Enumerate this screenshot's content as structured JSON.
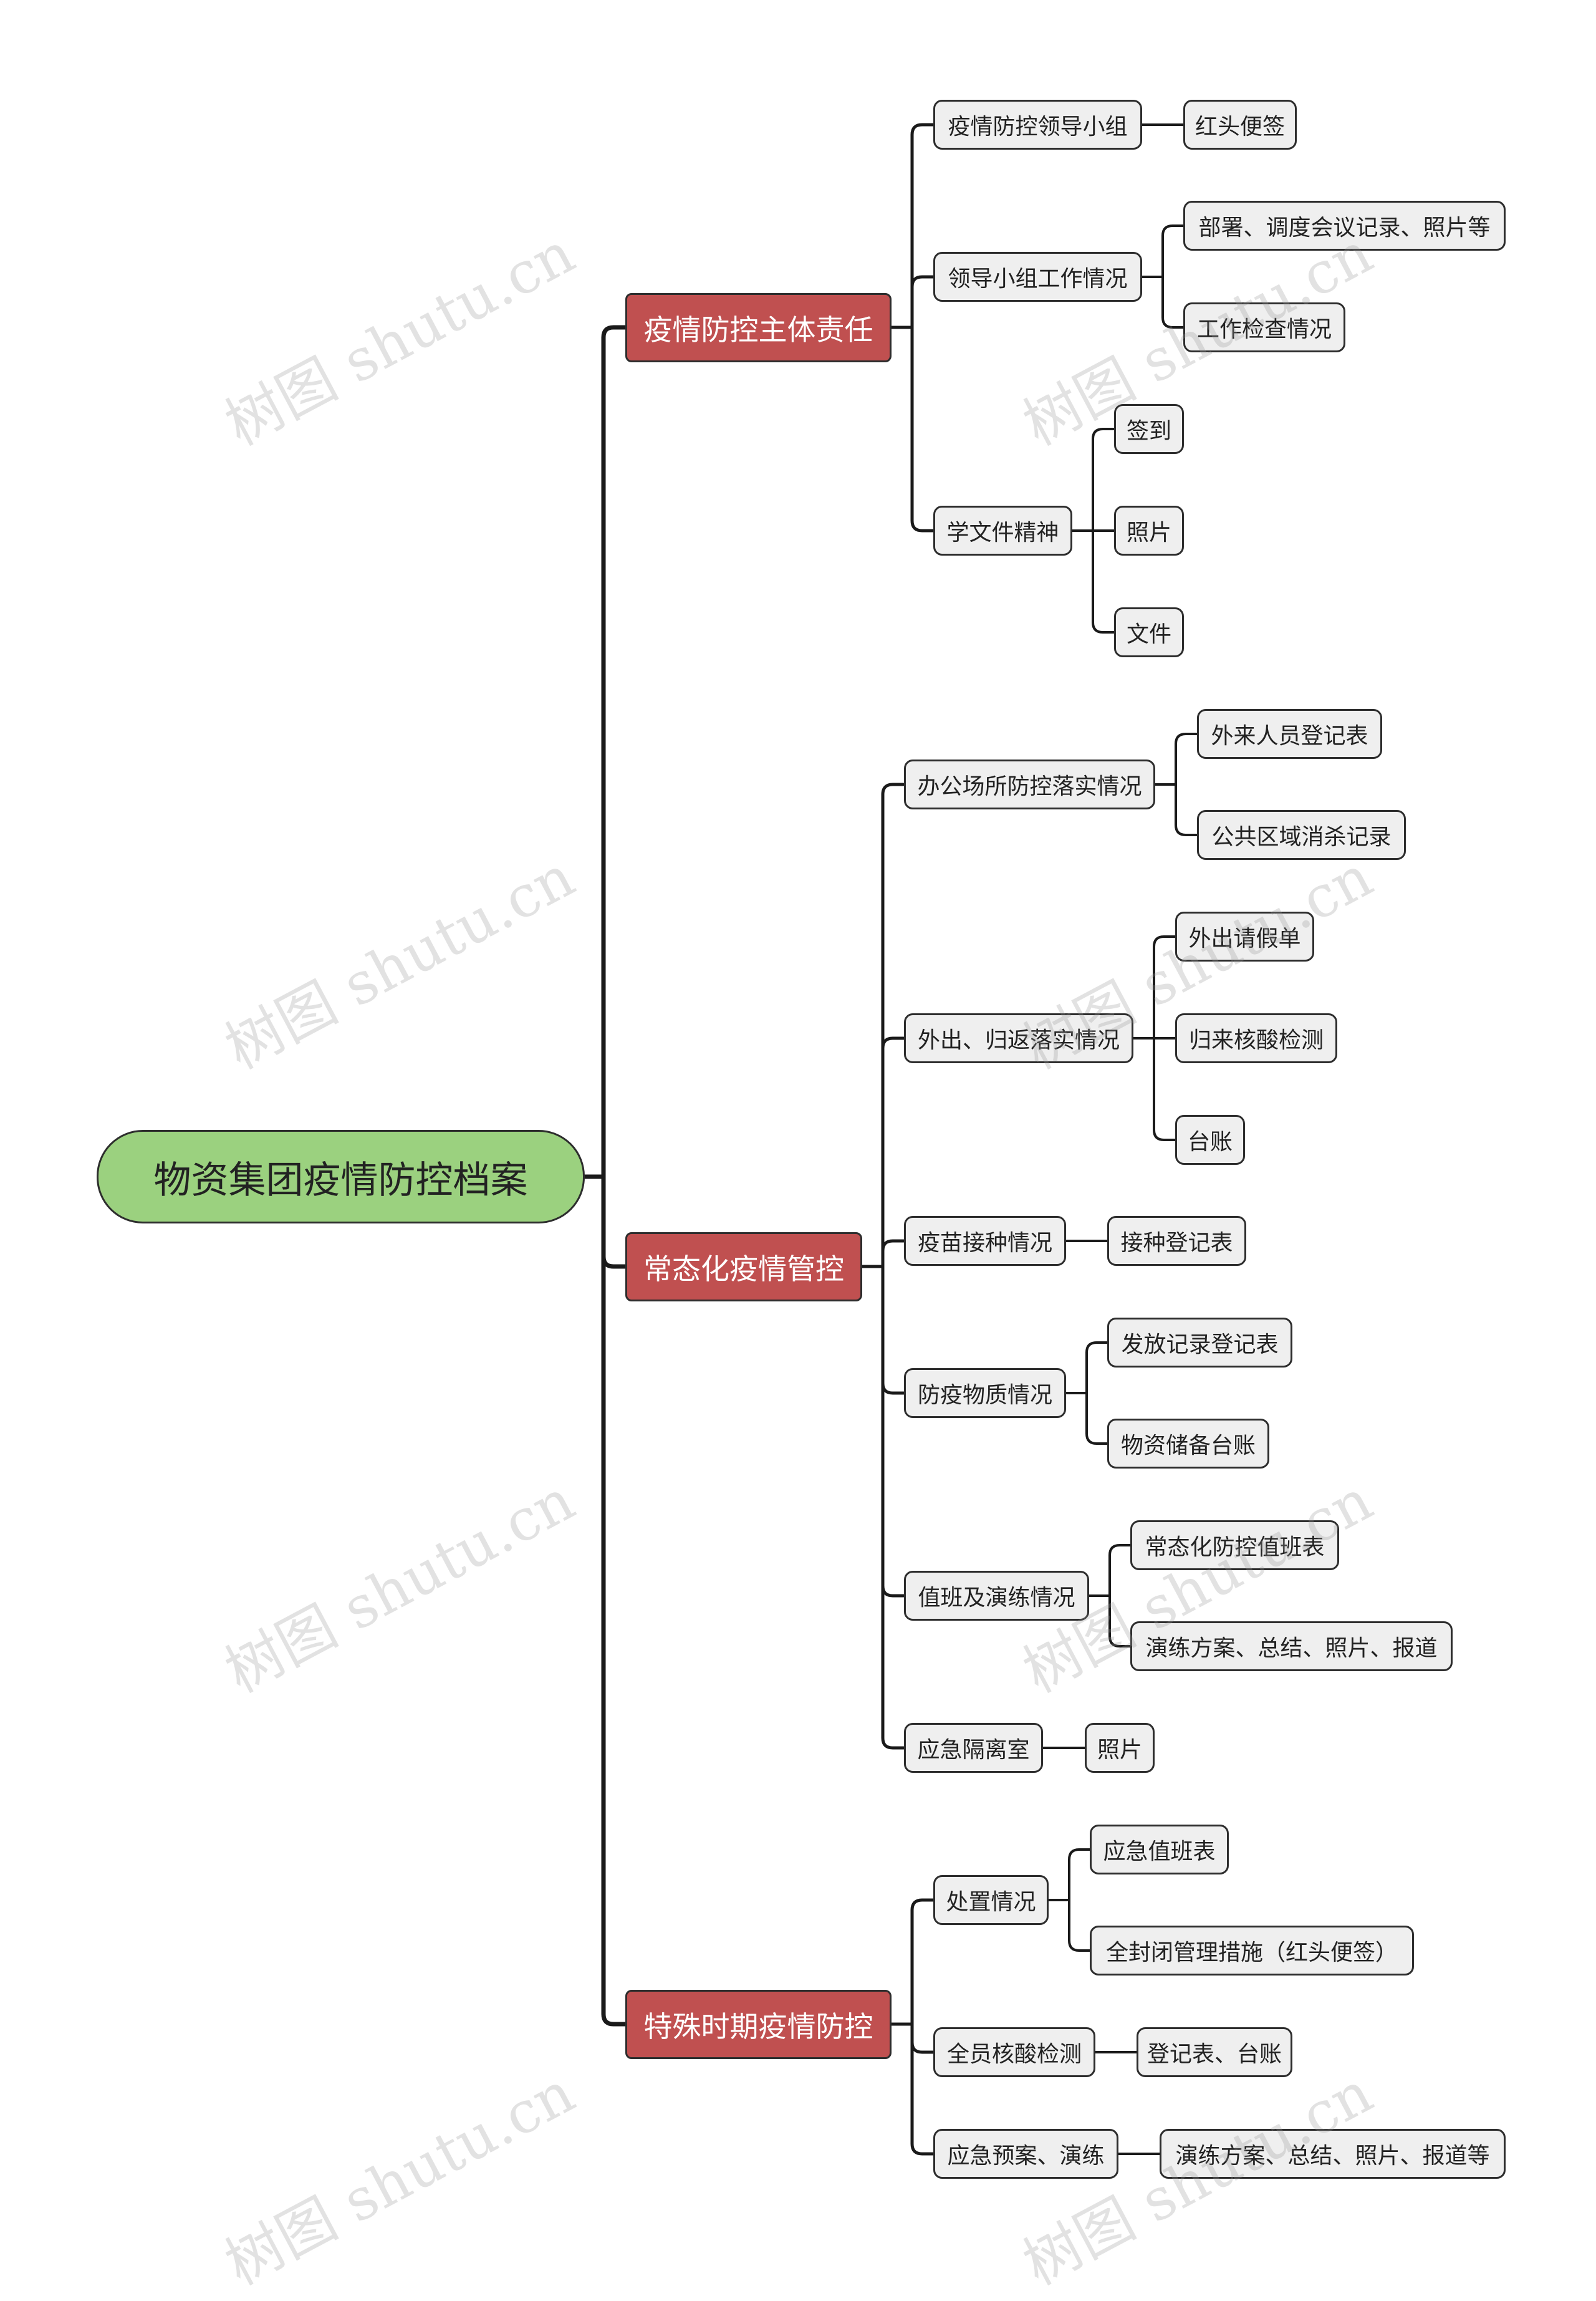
{
  "root": "物资集团疫情防控档案",
  "branches": [
    {
      "label": "疫情防控主体责任",
      "children": [
        {
          "label": "疫情防控领导小组",
          "children": [
            "红头便签"
          ]
        },
        {
          "label": "领导小组工作情况",
          "children": [
            "部署、调度会议记录、照片等",
            "工作检查情况"
          ]
        },
        {
          "label": "学文件精神",
          "children": [
            "签到",
            "照片",
            "文件"
          ]
        }
      ]
    },
    {
      "label": "常态化疫情管控",
      "children": [
        {
          "label": "办公场所防控落实情况",
          "children": [
            "外来人员登记表",
            "公共区域消杀记录"
          ]
        },
        {
          "label": "外出、归返落实情况",
          "children": [
            "外出请假单",
            "归来核酸检测",
            "台账"
          ]
        },
        {
          "label": "疫苗接种情况",
          "children": [
            "接种登记表"
          ]
        },
        {
          "label": "防疫物质情况",
          "children": [
            "发放记录登记表",
            "物资储备台账"
          ]
        },
        {
          "label": "值班及演练情况",
          "children": [
            "常态化防控值班表",
            "演练方案、总结、照片、报道"
          ]
        },
        {
          "label": "应急隔离室",
          "children": [
            "照片"
          ]
        }
      ]
    },
    {
      "label": "特殊时期疫情防控",
      "children": [
        {
          "label": "处置情况",
          "children": [
            "应急值班表",
            "全封闭管理措施（红头便签）"
          ]
        },
        {
          "label": "全员核酸检测",
          "children": [
            "登记表、台账"
          ]
        },
        {
          "label": "应急预案、演练",
          "children": [
            "演练方案、总结、照片、报道等"
          ]
        }
      ]
    }
  ],
  "watermark": "树图 shutu.cn",
  "colors": {
    "root_fill": "#9bd17f",
    "branch_fill": "#c05050",
    "leaf_fill": "#efefef",
    "line": "#1a1a1a"
  }
}
